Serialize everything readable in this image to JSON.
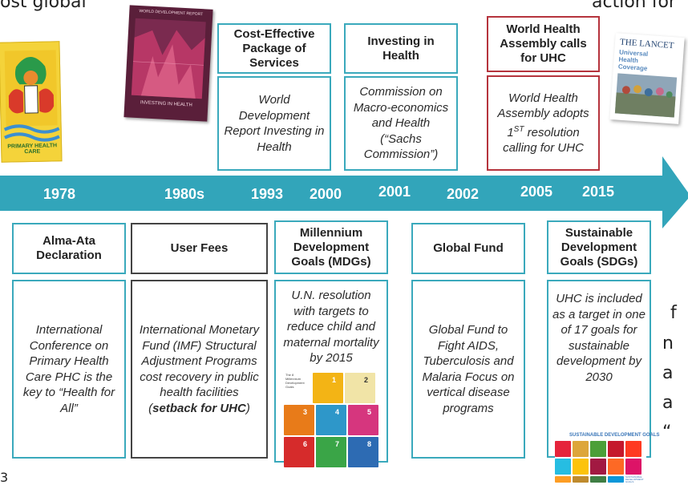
{
  "edge_text": {
    "top_left": "ost global",
    "top_right": "action for",
    "bottom_left": "3",
    "right_lines": [
      "f",
      "n",
      "a",
      "a",
      "“"
    ]
  },
  "years": [
    "1978",
    "1980s",
    "1993",
    "2000",
    "2001",
    "2002",
    "2005",
    "2015"
  ],
  "top_events": [
    {
      "title": "Cost-Effective Package of Services",
      "desc": "World Development Report Investing in Health"
    },
    {
      "title": "Investing in Health",
      "desc": "Commission on Macro-economics and Health (“Sachs Commission”)"
    },
    {
      "title": "World Health Assembly calls for UHC",
      "desc_pre": "World Health Assembly adopts 1",
      "desc_sup": "ST",
      "desc_post": " resolution calling for UHC"
    }
  ],
  "bottom_events": [
    {
      "title": "Alma-Ata Declaration",
      "desc": "International Conference on Primary Health Care PHC is the key to “Health for All”"
    },
    {
      "title": "User Fees",
      "desc_main": "International Monetary Fund (IMF) Structural Adjustment Programs cost recovery in public health facilities ",
      "desc_paren_open": "(",
      "desc_bold": "setback for UHC",
      "desc_paren_close": ")"
    },
    {
      "title": "Millennium Development Goals (MDGs)",
      "desc": "U.N. resolution with targets to reduce child and maternal mortality by 2015"
    },
    {
      "title": "Global Fund",
      "desc": "Global Fund to Fight AIDS, Tuberculosis and Malaria Focus on vertical disease programs"
    },
    {
      "title": "Sustainable Development Goals (SDGs)",
      "desc": "UHC is included as a target in one of 17 goals for sustainable development by 2030"
    }
  ],
  "images": {
    "phc_poster": "PRIMARY HEALTH CARE",
    "wdr_cover_title": "WORLD DEVELOPMENT REPORT",
    "wdr_cover_sub": "INVESTING IN HEALTH",
    "lancet_brand": "THE LANCET",
    "lancet_sub": "Universal Health Coverage",
    "mdg_header": "The 8 Millennium Development Goals",
    "sdg_header": "SUSTAINABLE DEVELOPMENT GOALS",
    "sdg_badge": "SUSTAINABLE DEVELOPMENT GOALS"
  },
  "colors": {
    "teal": "#3aa9bc",
    "arrow": "#32a5ba",
    "red_border": "#b5343d",
    "dark_border": "#444444"
  }
}
